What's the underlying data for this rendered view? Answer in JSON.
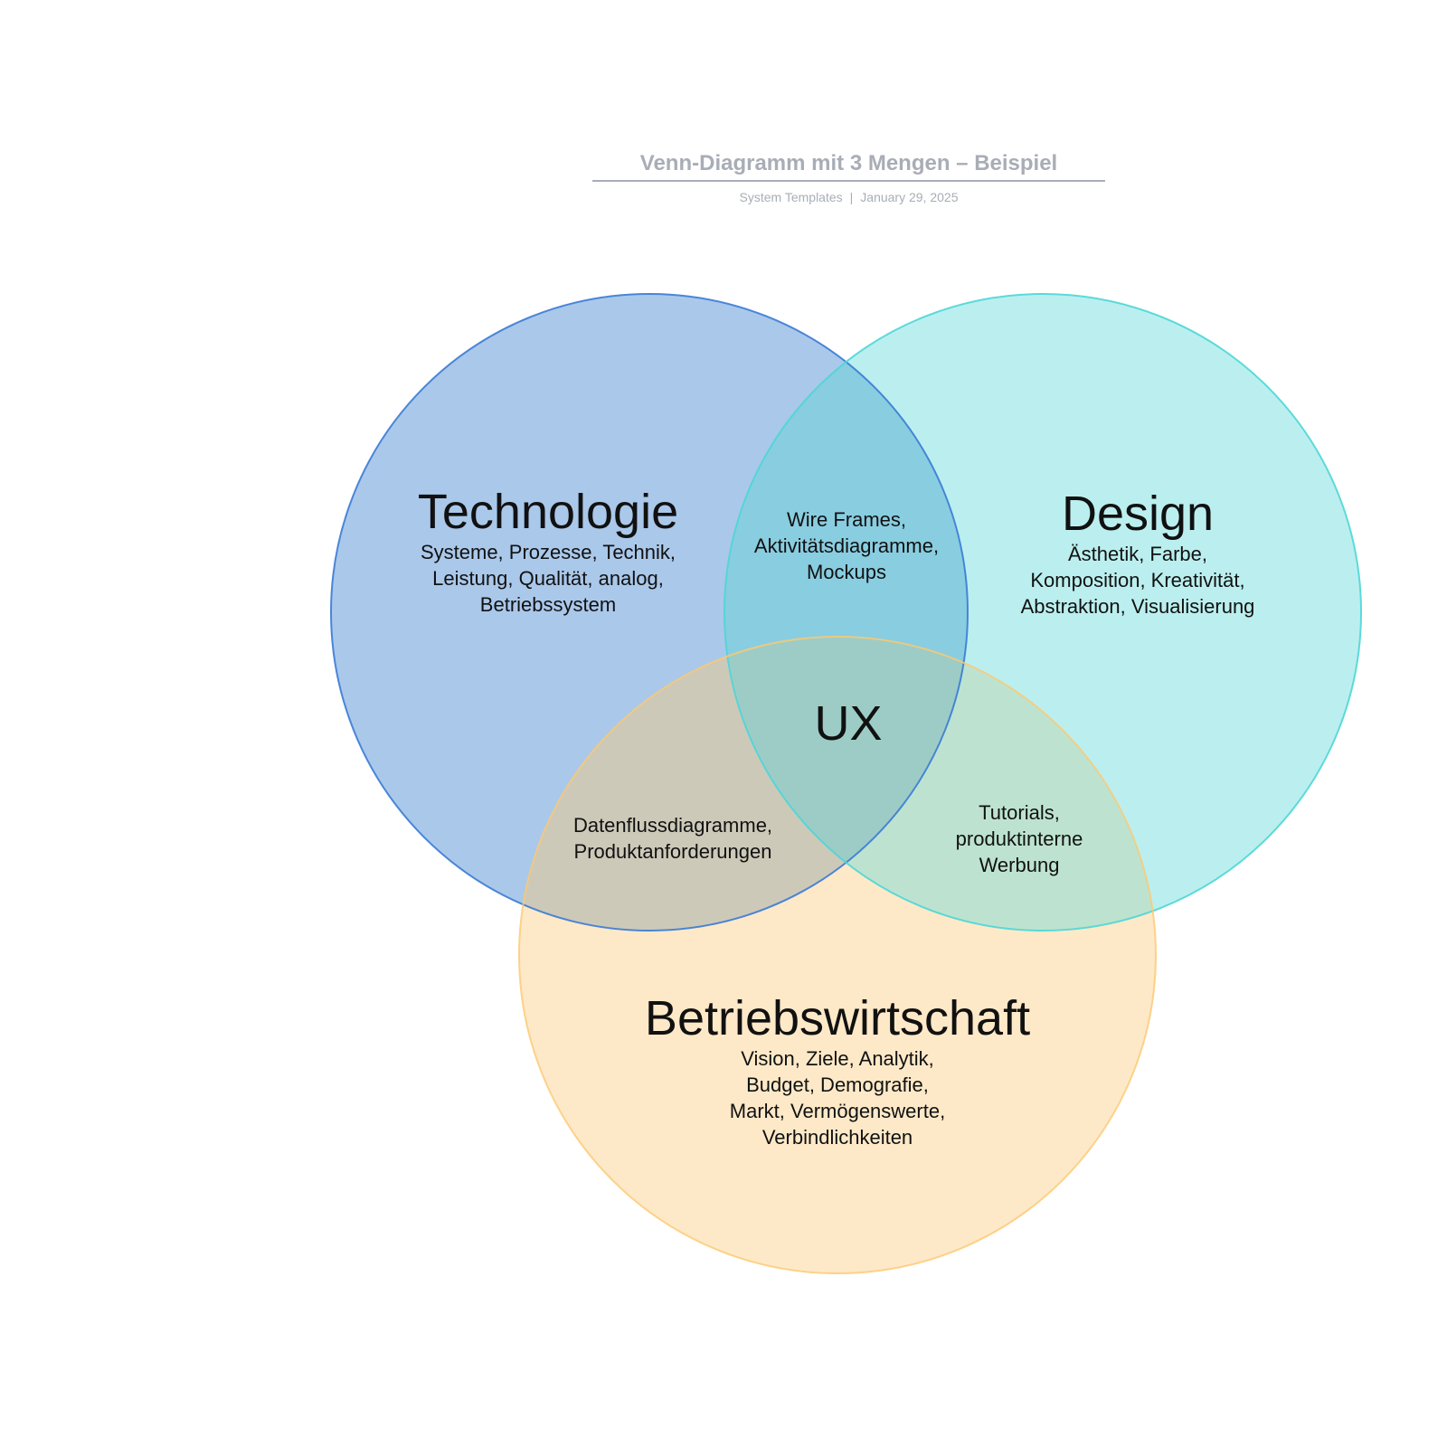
{
  "header": {
    "title": "Venn-Diagramm mit 3 Mengen – Beispiel",
    "author": "System Templates",
    "separator": "|",
    "date": "January 29, 2025"
  },
  "colors": {
    "technologie": "#aac8ea",
    "design": "#bbefef",
    "betriebswirtschaft": "#fde9c8"
  },
  "sets": {
    "technologie": {
      "title": "Technologie",
      "items": [
        "Systeme, Prozesse, Technik,",
        "Leistung, Qualität, analog,",
        "Betriebssystem"
      ]
    },
    "design": {
      "title": "Design",
      "items": [
        "Ästhetik, Farbe,",
        "Komposition, Kreativität,",
        "Abstraktion, Visualisierung"
      ]
    },
    "betriebswirtschaft": {
      "title": "Betriebswirtschaft",
      "items": [
        "Vision, Ziele, Analytik,",
        "Budget, Demografie,",
        "Markt, Vermögenswerte,",
        "Verbindlichkeiten"
      ]
    }
  },
  "intersections": {
    "tech_design": [
      "Wire Frames,",
      "Aktivitätsdiagramme,",
      "Mockups"
    ],
    "tech_business": [
      "Datenflussdiagramme,",
      "Produktanforderungen"
    ],
    "design_business": [
      "Tutorials,",
      "produktinterne",
      "Werbung"
    ],
    "all": "UX"
  }
}
